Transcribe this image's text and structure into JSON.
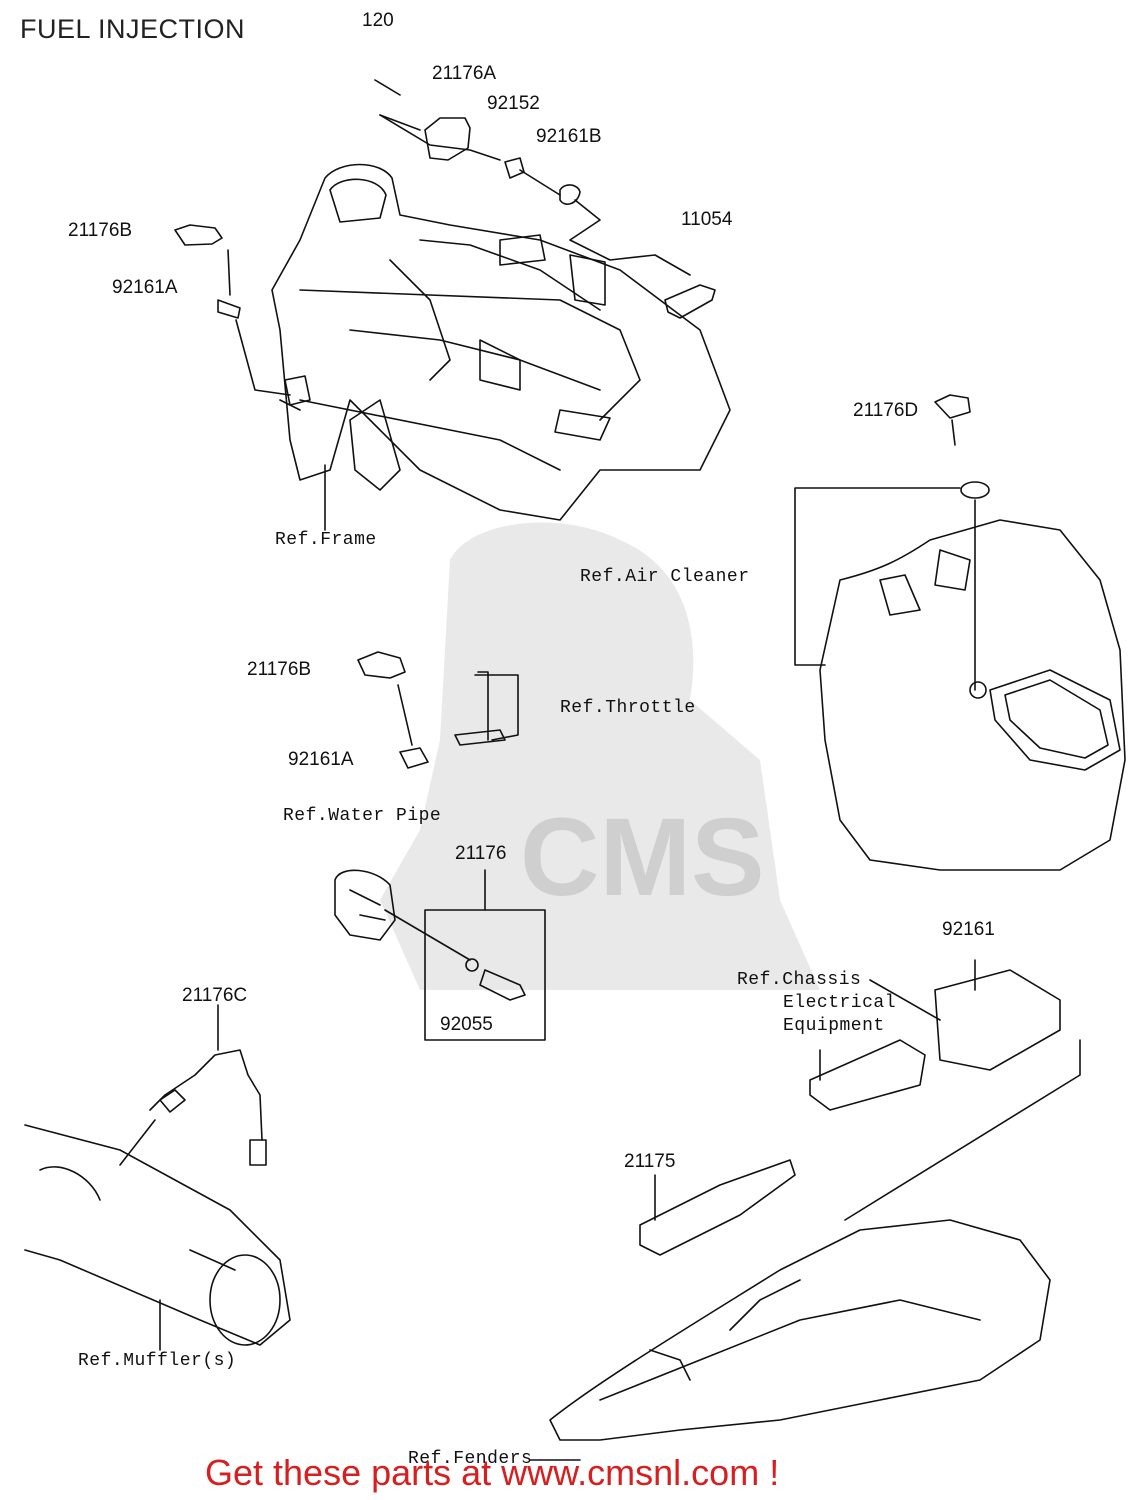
{
  "title": "FUEL INJECTION",
  "part_numbers": {
    "p120": "120",
    "p21176A": "21176A",
    "p92152": "92152",
    "p92161B": "92161B",
    "p21176B_top": "21176B",
    "p92161A_top": "92161A",
    "p11054": "11054",
    "p21176D": "21176D",
    "p21176B_mid": "21176B",
    "p92161A_mid": "92161A",
    "p21176": "21176",
    "p92055": "92055",
    "p21176C": "21176C",
    "p92161": "92161",
    "p21175": "21175"
  },
  "references": {
    "frame": "Ref.Frame",
    "air_cleaner": "Ref.Air Cleaner",
    "throttle": "Ref.Throttle",
    "water_pipe": "Ref.Water Pipe",
    "chassis_line1": "Ref.Chassis",
    "chassis_line2": "Electrical",
    "chassis_line3": "Equipment",
    "mufflers": "Ref.Muffler(s)",
    "fenders": "Ref.Fenders"
  },
  "watermark": "CMS",
  "footer": "Get these parts at www.cmsnl.com !",
  "colors": {
    "footer": "#d81e1e",
    "line": "#111111",
    "watermark": "#cfcfcf"
  }
}
